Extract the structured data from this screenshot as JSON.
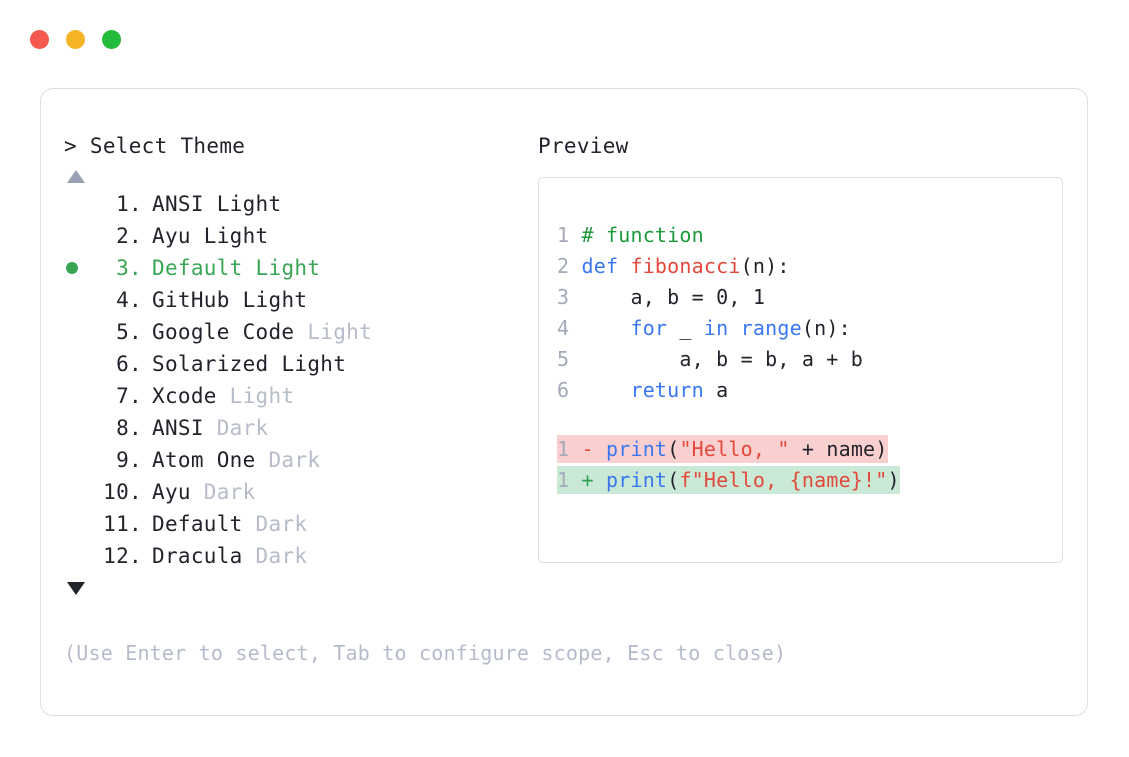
{
  "window": {
    "controls": [
      {
        "name": "close",
        "color": "#f4594f"
      },
      {
        "name": "minimize",
        "color": "#f5b425"
      },
      {
        "name": "zoom",
        "color": "#22bb3b"
      }
    ]
  },
  "prompt": {
    "title": "> Select Theme",
    "scroll_up_indicator": "▲",
    "scroll_down_indicator": "▼"
  },
  "themes": {
    "selected_index": 3,
    "items": [
      {
        "number": "1.",
        "name": "ANSI",
        "suffix": "Light",
        "suffix_muted": false,
        "selected": false
      },
      {
        "number": "2.",
        "name": "Ayu",
        "suffix": "Light",
        "suffix_muted": false,
        "selected": false
      },
      {
        "number": "3.",
        "name": "Default",
        "suffix": "Light",
        "suffix_muted": false,
        "selected": true
      },
      {
        "number": "4.",
        "name": "GitHub",
        "suffix": "Light",
        "suffix_muted": false,
        "selected": false
      },
      {
        "number": "5.",
        "name": "Google Code",
        "suffix": "Light",
        "suffix_muted": true,
        "selected": false
      },
      {
        "number": "6.",
        "name": "Solarized",
        "suffix": "Light",
        "suffix_muted": false,
        "selected": false
      },
      {
        "number": "7.",
        "name": "Xcode",
        "suffix": "Light",
        "suffix_muted": true,
        "selected": false
      },
      {
        "number": "8.",
        "name": "ANSI",
        "suffix": "Dark",
        "suffix_muted": true,
        "selected": false
      },
      {
        "number": "9.",
        "name": "Atom One",
        "suffix": "Dark",
        "suffix_muted": true,
        "selected": false
      },
      {
        "number": "10.",
        "name": "Ayu",
        "suffix": "Dark",
        "suffix_muted": true,
        "selected": false
      },
      {
        "number": "11.",
        "name": "Default",
        "suffix": "Dark",
        "suffix_muted": true,
        "selected": false
      },
      {
        "number": "12.",
        "name": "Dracula",
        "suffix": "Dark",
        "suffix_muted": true,
        "selected": false
      }
    ]
  },
  "preview": {
    "label": "Preview",
    "code_lines": [
      {
        "ln": "1",
        "tokens": [
          {
            "t": "# function",
            "c": "comment"
          }
        ]
      },
      {
        "ln": "2",
        "tokens": [
          {
            "t": "def ",
            "c": "keyword"
          },
          {
            "t": "fibonacci",
            "c": "func"
          },
          {
            "t": "(n):",
            "c": "plain"
          }
        ]
      },
      {
        "ln": "3",
        "tokens": [
          {
            "t": "    a, b = 0, 1",
            "c": "plain"
          }
        ]
      },
      {
        "ln": "4",
        "tokens": [
          {
            "t": "    ",
            "c": "plain"
          },
          {
            "t": "for",
            "c": "keyword"
          },
          {
            "t": " _ ",
            "c": "plain"
          },
          {
            "t": "in ",
            "c": "keyword"
          },
          {
            "t": "range",
            "c": "builtin"
          },
          {
            "t": "(n):",
            "c": "plain"
          }
        ]
      },
      {
        "ln": "5",
        "tokens": [
          {
            "t": "        a, b = b, a + b",
            "c": "plain"
          }
        ]
      },
      {
        "ln": "6",
        "tokens": [
          {
            "t": "    ",
            "c": "plain"
          },
          {
            "t": "return",
            "c": "keyword"
          },
          {
            "t": " a",
            "c": "plain"
          }
        ]
      }
    ],
    "diff_lines": [
      {
        "ln": "1",
        "sign": "-",
        "kind": "del",
        "tokens": [
          {
            "t": "print",
            "c": "builtin"
          },
          {
            "t": "(",
            "c": "plain"
          },
          {
            "t": "\"Hello, \"",
            "c": "string"
          },
          {
            "t": " + name)",
            "c": "plain"
          }
        ]
      },
      {
        "ln": "1",
        "sign": "+",
        "kind": "add",
        "tokens": [
          {
            "t": "print",
            "c": "builtin"
          },
          {
            "t": "(",
            "c": "plain"
          },
          {
            "t": "f\"Hello, {name}!\"",
            "c": "string"
          },
          {
            "t": ")",
            "c": "plain"
          }
        ]
      }
    ]
  },
  "footer": {
    "hint": "(Use Enter to select, Tab to configure scope, Esc to close)"
  },
  "colors": {
    "accent_green": "#3aa655",
    "muted": "#b7bcc9",
    "border": "#dcdfe6",
    "diff_del_bg": "#f9cfcf",
    "diff_add_bg": "#c9e9d6"
  }
}
